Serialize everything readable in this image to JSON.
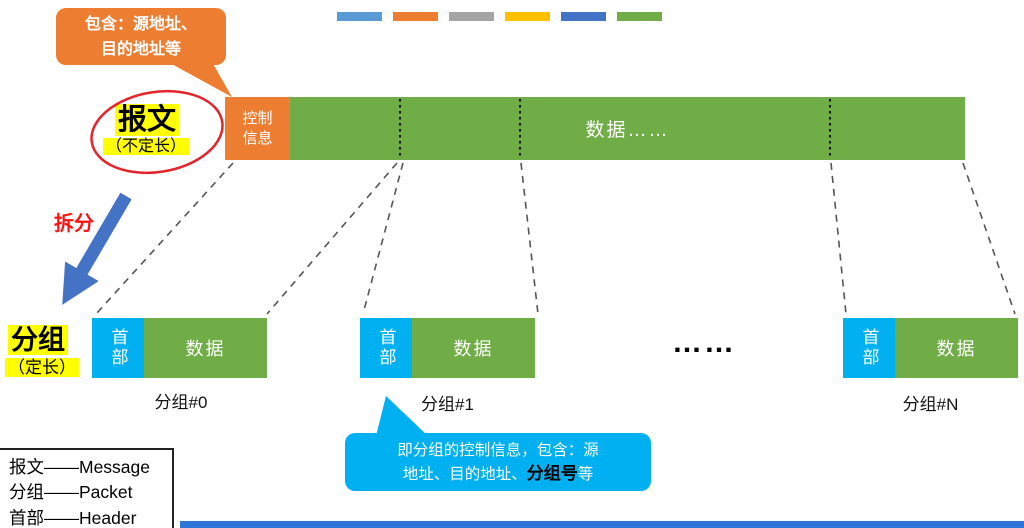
{
  "colors": {
    "orange": "#ED7D31",
    "green": "#70AD47",
    "header_blue": "#00B0F0",
    "arrow_blue": "#4472C4",
    "highlight_yellow": "#FFFF00",
    "red": "#FF1111",
    "progress_blue": "#2E74D9"
  },
  "color_strip": [
    "#5B9BD5",
    "#ED7D31",
    "#A5A5A5",
    "#FFC000",
    "#4472C4",
    "#70AD47"
  ],
  "top_callout": {
    "line1": "包含：源地址、",
    "line2": "目的地址等"
  },
  "message": {
    "title": "报文",
    "subtitle": "（不定长）"
  },
  "bar": {
    "control_label": "控制信息",
    "data_label": "数据……"
  },
  "split_label": "拆分",
  "packet_title": {
    "title": "分组",
    "subtitle": "（定长）"
  },
  "packets": [
    {
      "header": "首部",
      "data": "数据",
      "label": "分组#0"
    },
    {
      "header": "首部",
      "data": "数据",
      "label": "分组#1"
    },
    {
      "header": "首部",
      "data": "数据",
      "label": "分组#N"
    }
  ],
  "ellipsis": "……",
  "bottom_callout": {
    "line1": "即分组的控制信息，包含：源",
    "line2_pre": "地址、目的地址、",
    "line2_bold": "分组号",
    "line2_post": "等"
  },
  "legend": {
    "lines": [
      "报文——Message",
      "分组——Packet",
      "首部——Header"
    ]
  }
}
